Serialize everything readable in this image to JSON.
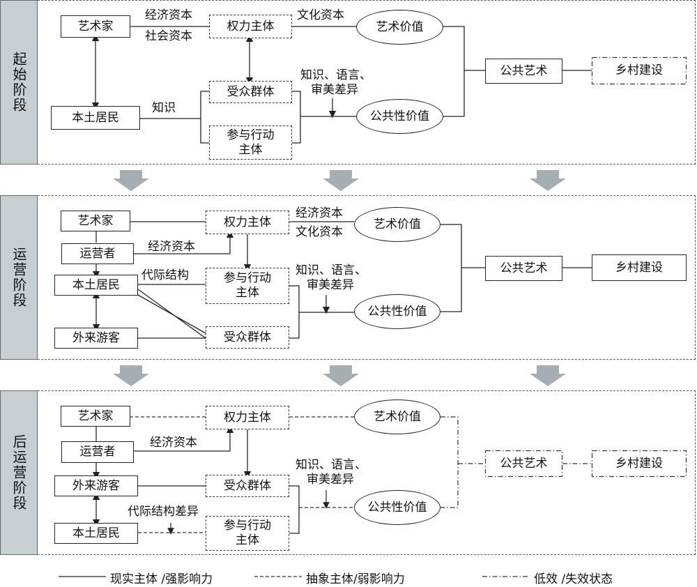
{
  "stages": [
    {
      "name": "起始阶段",
      "nodes": {
        "artist": "艺术家",
        "resident": "本土居民",
        "power": "权力主体",
        "audience": "受众群体",
        "actor": "参与行动\n主体",
        "art_value": "艺术价值",
        "public_value": "公共性价值",
        "public_art": "公共艺术",
        "rural": "乡村建设"
      },
      "labels": {
        "econ_capital": "经济资本",
        "social_capital": "社会资本",
        "culture_capital": "文化资本",
        "knowledge": "知识",
        "diff1": "知识、语言、",
        "diff2": "审美差异"
      }
    },
    {
      "name": "运营阶段",
      "nodes": {
        "artist": "艺术家",
        "operator": "运营者",
        "resident": "本土居民",
        "tourist": "外来游客",
        "power": "权力主体",
        "actor": "参与行动\n主体",
        "audience": "受众群体",
        "art_value": "艺术价值",
        "public_value": "公共性价值",
        "public_art": "公共艺术",
        "rural": "乡村建设"
      },
      "labels": {
        "econ_capital_op": "经济资本",
        "generation": "代际结构",
        "econ_capital": "经济资本",
        "culture_capital": "文化资本",
        "diff1": "知识、语言、",
        "diff2": "审美差异"
      }
    },
    {
      "name": "后运营阶段",
      "nodes": {
        "artist": "艺术家",
        "operator": "运营者",
        "tourist": "外来游客",
        "resident": "本土居民",
        "power": "权力主体",
        "audience": "受众群体",
        "actor": "参与行动\n主体",
        "art_value": "艺术价值",
        "public_value": "公共性价值",
        "public_art": "公共艺术",
        "rural": "乡村建设"
      },
      "labels": {
        "econ_capital_op": "经济资本",
        "generation_diff": "代际结构差异",
        "diff1": "知识、语言、",
        "diff2": "审美差异"
      }
    }
  ],
  "legend": {
    "solid": "现实主体 /强影响力",
    "dashed": "抽象主体/弱影响力",
    "dashdot": "低效 /失效状态"
  },
  "colors": {
    "side_fill": "#c8cfd3",
    "arrow_fill": "#a5aeb3",
    "line": "#222222"
  }
}
